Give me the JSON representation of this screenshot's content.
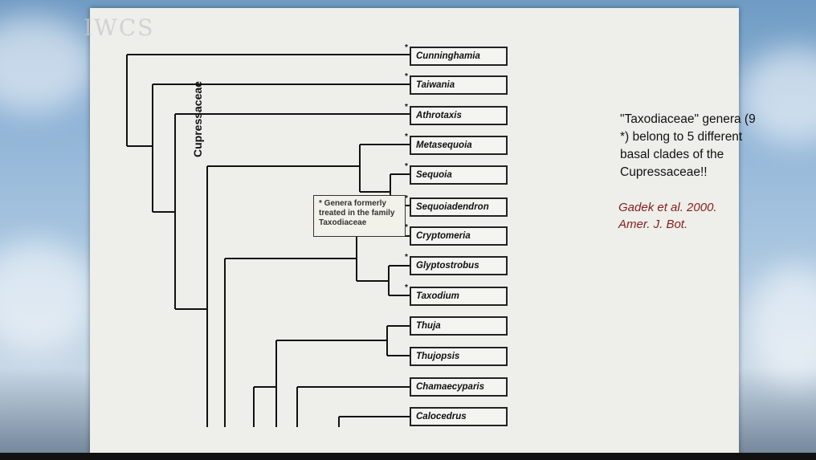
{
  "watermark": "IWCS",
  "family_label": "Cupressaceae",
  "taxa": [
    {
      "name": "Cunninghamia",
      "asterisk": "*"
    },
    {
      "name": "Taiwania",
      "asterisk": "*"
    },
    {
      "name": "Athrotaxis",
      "asterisk": "*"
    },
    {
      "name": "Metasequoia",
      "asterisk": "*"
    },
    {
      "name": "Sequoia",
      "asterisk": "*"
    },
    {
      "name": "Sequoiadendron",
      "asterisk": "*"
    },
    {
      "name": "Cryptomeria",
      "asterisk": "*"
    },
    {
      "name": "Glyptostrobus",
      "asterisk": "*"
    },
    {
      "name": "Taxodium",
      "asterisk": "*"
    },
    {
      "name": "Thuja",
      "asterisk": ""
    },
    {
      "name": "Thujopsis",
      "asterisk": ""
    },
    {
      "name": "Chamaecyparis",
      "asterisk": ""
    },
    {
      "name": "Calocedrus",
      "asterisk": ""
    }
  ],
  "legend": {
    "lines": [
      "* Genera formerly",
      "treated in the family",
      "Taxodiaceae"
    ]
  },
  "note": {
    "lines": [
      "\"Taxodiaceae\" genera (9",
      "*) belong to 5 different",
      "basal clades of the",
      "Cupressaceae!!"
    ]
  },
  "citation": {
    "lines": [
      "Gadek et al. 2000.",
      "Amer. J. Bot."
    ],
    "color": "#8a1c1c"
  }
}
